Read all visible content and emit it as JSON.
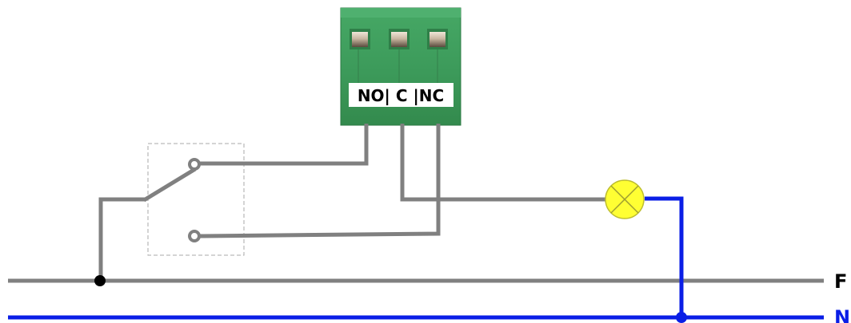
{
  "relay_terminal": {
    "label": "NO| C |NC",
    "color": "#3a9a57",
    "terminals": [
      "NO",
      "C",
      "NC"
    ]
  },
  "lines": {
    "phase": {
      "label": "F",
      "color": "#808080",
      "label_color": "#000000"
    },
    "neutral": {
      "label": "N",
      "color": "#0a1ee6",
      "label_color": "#0a1ee6"
    }
  },
  "components": {
    "lamp": {
      "icon": "lamp-icon",
      "color": "#ffff33"
    },
    "switch": {
      "icon": "two-way-switch-icon",
      "color": "#808080"
    }
  },
  "colors": {
    "wire_gray": "#808080",
    "wire_blue": "#0a1ee6",
    "junction": "#000000"
  }
}
